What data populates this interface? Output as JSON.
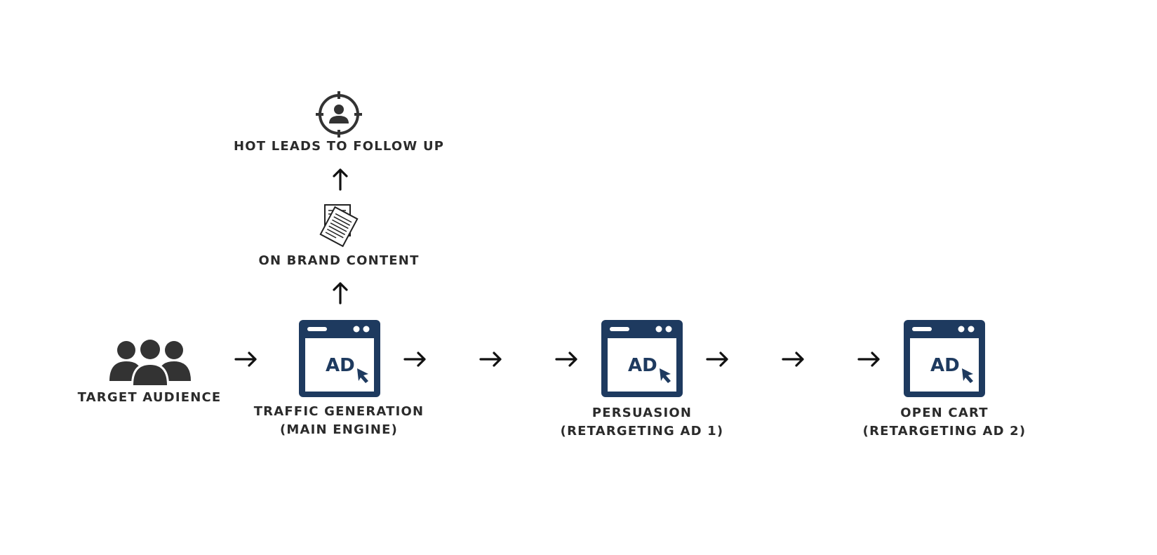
{
  "colors": {
    "ad_window": "#1e3a5f",
    "people_icon": "#333333",
    "arrow": "#111111",
    "text": "#2b2b2b"
  },
  "nodes": {
    "hot_leads": {
      "label": "HOT LEADS TO FOLLOW UP",
      "icon": "target-person-icon"
    },
    "on_brand": {
      "label": "ON BRAND CONTENT",
      "icon": "documents-icon"
    },
    "target_audience": {
      "label": "TARGET AUDIENCE",
      "icon": "people-group-icon"
    },
    "traffic": {
      "line1": "TRAFFIC GENERATION",
      "line2": "(MAIN ENGINE)",
      "icon": "ad-window-icon",
      "icon_text": "AD"
    },
    "persuasion": {
      "line1": "PERSUASION",
      "line2": "(RETARGETING AD 1)",
      "icon": "ad-window-icon",
      "icon_text": "AD"
    },
    "open_cart": {
      "line1": "OPEN CART",
      "line2": "(RETARGETING AD 2)",
      "icon": "ad-window-icon",
      "icon_text": "AD"
    }
  }
}
